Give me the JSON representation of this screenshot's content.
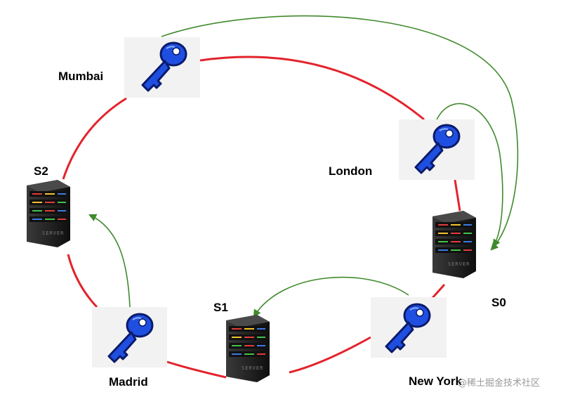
{
  "colors": {
    "ring": "#e3232c",
    "arrow": "#3f8a2c",
    "key_fill": "#1f4fe0",
    "key_stroke": "#0a1a6b",
    "server_body": "#1e1e1e",
    "card": "#f2f2f2"
  },
  "labels": {
    "mumbai": "Mumbai",
    "london": "London",
    "madrid": "Madrid",
    "newyork": "New York",
    "s0": "S0",
    "s1": "S1",
    "s2": "S2"
  },
  "server_face_text": "SERVER",
  "watermark": "@稀土掘金技术社区"
}
